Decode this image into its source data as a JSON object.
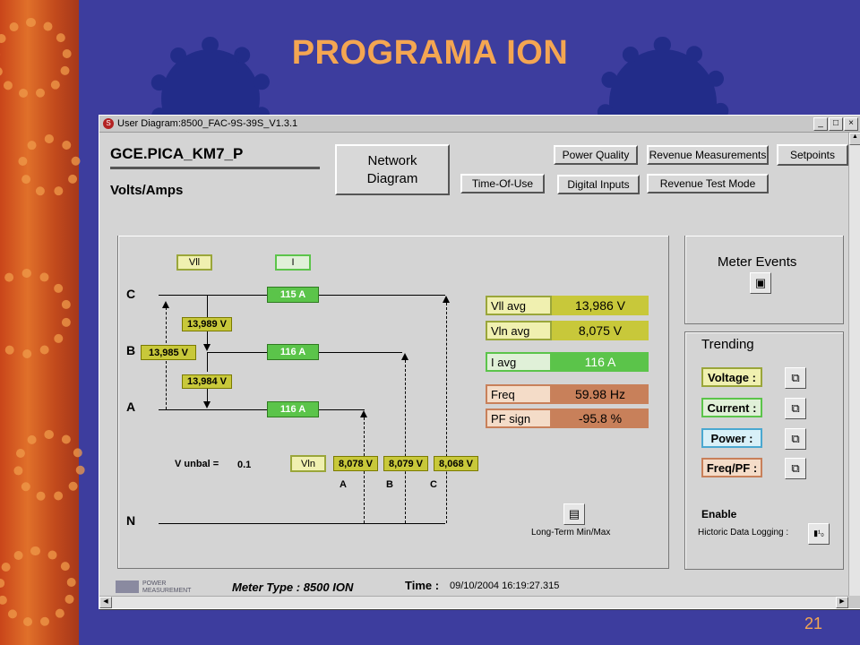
{
  "slide": {
    "title": "PROGRAMA ION",
    "page_number": "21"
  },
  "window": {
    "title": "User Diagram:8500_FAC-9S-39S_V1.3.1",
    "controls": [
      "_",
      "□",
      "×"
    ]
  },
  "header": {
    "site": "GCE.PICA_KM7_P",
    "page": "Volts/Amps"
  },
  "nav": {
    "network_diagram": [
      "Network",
      "Diagram"
    ],
    "time_of_use": "Time-Of-Use",
    "power_quality": "Power Quality",
    "digital_inputs": "Digital Inputs",
    "revenue_measurements": "Revenue Measurements",
    "revenue_test_mode": "Revenue Test Mode",
    "setpoints": "Setpoints"
  },
  "diagram": {
    "legend_vll": "Vll",
    "legend_i": "I",
    "phases": {
      "c": "C",
      "b": "B",
      "a": "A",
      "n": "N"
    },
    "currents": {
      "c": "115 A",
      "b": "116 A",
      "a": "116 A"
    },
    "vll": {
      "cb": "13,989 V",
      "b_left": "13,985 V",
      "ba": "13,984 V"
    },
    "v_unbal_label": "V unbal =",
    "v_unbal_value": "0.1",
    "vln_label": "Vln",
    "vln": {
      "a": "8,078 V",
      "b": "8,079 V",
      "c": "8,068 V"
    },
    "vln_phase_labels": {
      "a": "A",
      "b": "B",
      "c": "C"
    },
    "longterm_label": "Long-Term Min/Max"
  },
  "readings": {
    "vll_avg": {
      "label": "Vll avg",
      "value": "13,986 V"
    },
    "vln_avg": {
      "label": "Vln avg",
      "value": "8,075 V"
    },
    "i_avg": {
      "label": "I avg",
      "value": "116 A"
    },
    "freq": {
      "label": "Freq",
      "value": "59.98 Hz"
    },
    "pf_sign": {
      "label": "PF sign",
      "value": "-95.8 %"
    }
  },
  "meter_events": {
    "title": "Meter Events"
  },
  "trending": {
    "title": "Trending",
    "voltage": "Voltage :",
    "current": "Current :",
    "power": "Power :",
    "freq_pf": "Freq/PF :",
    "enable": "Enable",
    "historic": "Hictoric Data Logging :"
  },
  "footer": {
    "logo_line1": "POWER",
    "logo_line2": "MEASUREMENT",
    "meter_type": "Meter Type : 8500 ION",
    "time_label": "Time :",
    "time_value": "09/10/2004 16:19:27.315"
  },
  "colors": {
    "title": "#f4a652",
    "yellow": "#c8c83a",
    "green": "#5bc44a",
    "orange": "#c8805a"
  }
}
